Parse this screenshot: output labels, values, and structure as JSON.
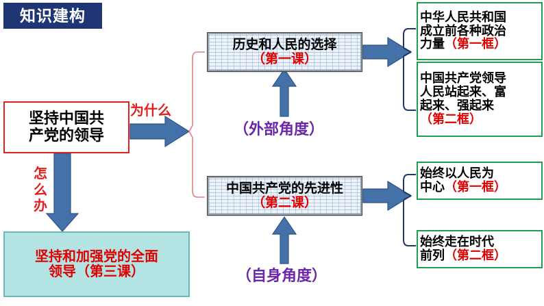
{
  "title": {
    "text": "知识建构"
  },
  "colors": {
    "title_bg": "#1F3574",
    "main_box_border": "#E02020",
    "cyan_box_bg": "#B3E3E3",
    "cyan_box_border": "#69B7B7",
    "green_box_border": "#1E9E4F",
    "brick_box_border": "#3A3F44",
    "arrow_blue": "#4472A8",
    "bracket_navy": "#1F3864",
    "bracket_red": "#E08080",
    "text_red": "#E00000",
    "text_purple": "#6A27A8",
    "text_black": "#000000"
  },
  "main_box": {
    "line1": "坚持中国共",
    "line2": "产党的领导"
  },
  "cyan_box": {
    "line1": "坚持和加强党的全面",
    "line2": "领导（第三课）"
  },
  "labels": {
    "why": "为什么",
    "how": "怎么办",
    "external_angle": "（外部角度）",
    "internal_angle": "（自身角度）"
  },
  "lesson_boxes": [
    {
      "id": "lesson1",
      "line1": "历史和人民的选择",
      "line2": "（第一课）"
    },
    {
      "id": "lesson2",
      "line1": "中国共产党的先进性",
      "line2": "（第二课）"
    }
  ],
  "frame_boxes": [
    {
      "id": "f1",
      "lines": [
        {
          "black": "中华人民共和国",
          "red": ""
        },
        {
          "black": "成立前各种政治",
          "red": ""
        },
        {
          "black": "力量",
          "red": "（第一框）"
        }
      ]
    },
    {
      "id": "f2",
      "lines": [
        {
          "black": "中国共产党领导",
          "red": ""
        },
        {
          "black": "人民站起来、富",
          "red": ""
        },
        {
          "black": "起来、强起来",
          "red": ""
        },
        {
          "black": "",
          "red": "（第二框）"
        }
      ]
    },
    {
      "id": "f3",
      "lines": [
        {
          "black": "始终以人民为",
          "red": ""
        },
        {
          "black": "中心",
          "red": "（第一框）"
        }
      ]
    },
    {
      "id": "f4",
      "lines": [
        {
          "black": "始终走在时代",
          "red": ""
        },
        {
          "black": "前列",
          "red": "（第二框）"
        }
      ]
    }
  ]
}
